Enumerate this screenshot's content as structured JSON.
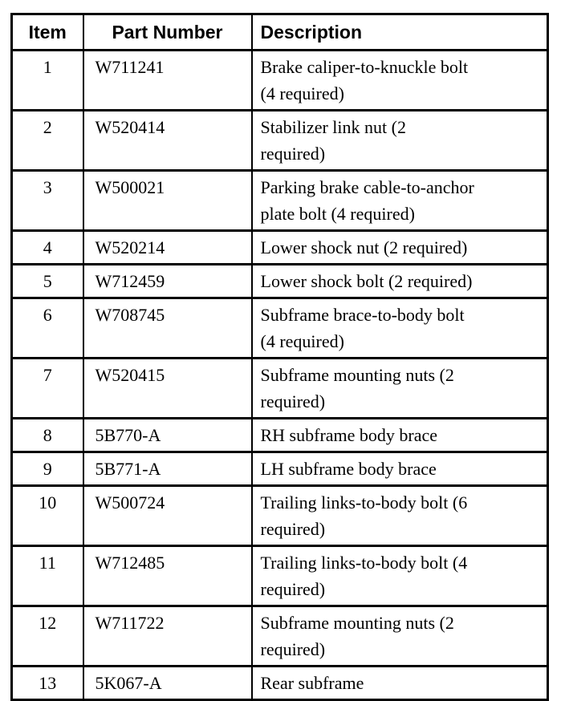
{
  "page": {
    "background_color": "#ffffff",
    "text_color": "#000000",
    "border_color": "#000000"
  },
  "table": {
    "headers": {
      "item": "Item",
      "part_number": "Part Number",
      "description": "Description"
    },
    "rows": [
      {
        "item": "1",
        "part_number": "W711241",
        "description": "Brake caliper-to-knuckle bolt\n(4 required)"
      },
      {
        "item": "2",
        "part_number": "W520414",
        "description": "Stabilizer link nut (2\nrequired)"
      },
      {
        "item": "3",
        "part_number": "W500021",
        "description": "Parking brake cable-to-anchor\nplate bolt (4 required)"
      },
      {
        "item": "4",
        "part_number": "W520214",
        "description": "Lower shock nut (2 required)"
      },
      {
        "item": "5",
        "part_number": "W712459",
        "description": "Lower shock bolt (2 required)"
      },
      {
        "item": "6",
        "part_number": "W708745",
        "description": "Subframe brace-to-body bolt\n(4 required)"
      },
      {
        "item": "7",
        "part_number": "W520415",
        "description": "Subframe mounting nuts (2\nrequired)"
      },
      {
        "item": "8",
        "part_number": "5B770-A",
        "description": "RH subframe body brace"
      },
      {
        "item": "9",
        "part_number": "5B771-A",
        "description": "LH subframe body brace"
      },
      {
        "item": "10",
        "part_number": "W500724",
        "description": "Trailing links-to-body bolt (6\nrequired)"
      },
      {
        "item": "11",
        "part_number": "W712485",
        "description": "Trailing links-to-body bolt (4\nrequired)"
      },
      {
        "item": "12",
        "part_number": "W711722",
        "description": "Subframe mounting nuts (2\nrequired)"
      },
      {
        "item": "13",
        "part_number": "5K067-A",
        "description": "Rear subframe"
      }
    ]
  }
}
